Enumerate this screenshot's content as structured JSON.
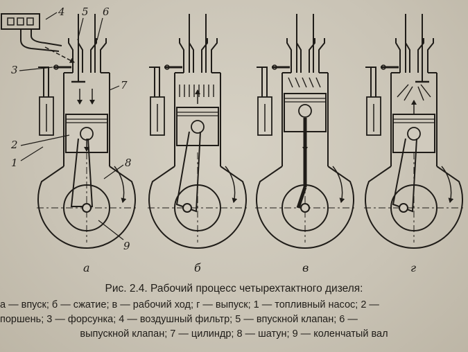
{
  "part_numbers": {
    "n1": "1",
    "n2": "2",
    "n3": "3",
    "n4": "4",
    "n5": "5",
    "n6": "6",
    "n7": "7",
    "n8": "8",
    "n9": "9"
  },
  "panels": [
    {
      "label": "а"
    },
    {
      "label": "б"
    },
    {
      "label": "в"
    },
    {
      "label": "г"
    }
  ],
  "caption": {
    "title": "Рис. 2.4. Рабочий процесс четырехтактного дизеля:",
    "line1": "а — впуск; б — сжатие; в — рабочий ход; г — выпуск; 1 — топливный насос; 2 —",
    "line2": "поршень; 3 — форсунка; 4 — воздушный фильтр; 5 — впускной клапан; 6 —",
    "line3": "выпускной клапан; 7 — цилиндр; 8 — шатун; 9 — коленчатый вал"
  }
}
